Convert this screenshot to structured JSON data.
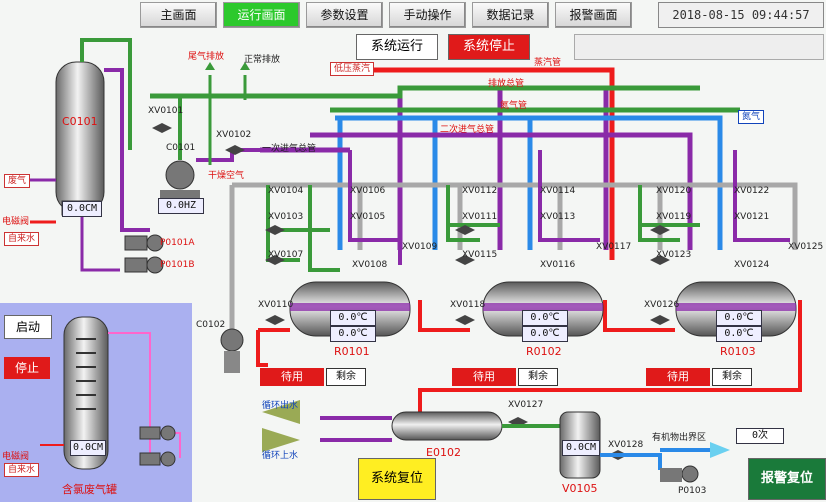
{
  "nav": {
    "buttons": [
      "主画面",
      "运行画面",
      "参数设置",
      "手动操作",
      "数据记录",
      "报警画面"
    ],
    "active_index": 1,
    "datetime": "2018-08-15 09:44:57"
  },
  "system": {
    "run_label": "系统运行",
    "stop_label": "系统停止",
    "reset_label": "系统复位",
    "alarm_reset_label": "报警复位"
  },
  "colors": {
    "active_nav": "#2cc92c",
    "red": "#e01a1a",
    "green_pipe": "#3a9a3a",
    "purple_pipe": "#8a2aa8",
    "blue_pipe": "#2a8ae8",
    "red_pipe": "#ee1c1c",
    "gray_pipe": "#a8a8a8",
    "panel": "#aab0f0"
  },
  "pipes": {
    "tail_gas": "尾气排放",
    "normal_exhaust": "正常排放",
    "low_pressure_steam": "低压蒸汽",
    "steam_main": "蒸汽管",
    "exhaust_main": "排放总管",
    "nitrogen_main": "氮气管",
    "secondary_inlet": "二次进气总管",
    "primary_inlet": "一次进气总管",
    "nitrogen": "氮气",
    "dry_air": "干燥空气",
    "exhaust": "废气",
    "cooling_water_out": "循环出水",
    "cooling_water_in": "循环上水",
    "organic_out": "有机物出界区",
    "feed_water": "自来水"
  },
  "equipment": {
    "c0101": {
      "name": "C0101",
      "readout": "0.0CM"
    },
    "c0101_pump": {
      "name": "C0101",
      "freq": "0.0HZ"
    },
    "c0102": {
      "name": "C0102"
    },
    "p0101a": "P0101A",
    "p0101b": "P0101B",
    "e0102": "E0102",
    "v0105": {
      "name": "V0105",
      "readout": "0.0CM"
    },
    "p0103": "P0103",
    "counter": "0次"
  },
  "valves": {
    "xv0101": "XV0101",
    "xv0102": "XV0102",
    "xv0103": "XV0103",
    "xv0104": "XV0104",
    "xv0105": "XV0105",
    "xv0106": "XV0106",
    "xv0107": "XV0107",
    "xv0108": "XV0108",
    "xv0109": "XV0109",
    "xv0110": "XV0110",
    "xv0111": "XV0111",
    "xv0112": "XV0112",
    "xv0113": "XV0113",
    "xv0114": "XV0114",
    "xv0115": "XV0115",
    "xv0116": "XV0116",
    "xv0117": "XV0117",
    "xv0118": "XV0118",
    "xv0119": "XV0119",
    "xv0120": "XV0120",
    "xv0121": "XV0121",
    "xv0122": "XV0122",
    "xv0123": "XV0123",
    "xv0124": "XV0124",
    "xv0125": "XV0125",
    "xv0126": "XV0126",
    "xv0127": "XV0127",
    "xv0128": "XV0128",
    "electric_valve": "电磁阀"
  },
  "reactors": [
    {
      "name": "R0101",
      "temp1": "0.0℃",
      "temp2": "0.0℃",
      "status": "待用",
      "remain": "剩余"
    },
    {
      "name": "R0102",
      "temp1": "0.0℃",
      "temp2": "0.0℃",
      "status": "待用",
      "remain": "剩余"
    },
    {
      "name": "R0103",
      "temp1": "0.0℃",
      "temp2": "0.0℃",
      "status": "待用",
      "remain": "剩余"
    }
  ],
  "tank_panel": {
    "start_label": "启动",
    "stop_label": "停止",
    "readout": "0.0CM",
    "electric_valve": "电磁阀",
    "feed_water": "自来水",
    "title": "含氯废气罐"
  }
}
